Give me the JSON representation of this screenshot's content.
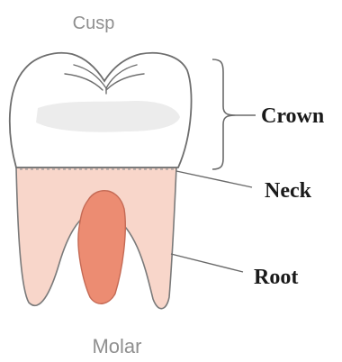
{
  "labels": {
    "cusp": "Cusp",
    "crown": "Crown",
    "neck": "Neck",
    "root": "Root",
    "caption": "Molar"
  },
  "colors": {
    "outline": "#6e6e6e",
    "crown_fill": "#ffffff",
    "crown_shadow": "#e9e9e9",
    "root_fill": "#f8d6ca",
    "pulp_fill": "#ec8c72",
    "leader": "#6a6a6a"
  },
  "icons": {
    "crown_bracket": "curly-bracket"
  }
}
